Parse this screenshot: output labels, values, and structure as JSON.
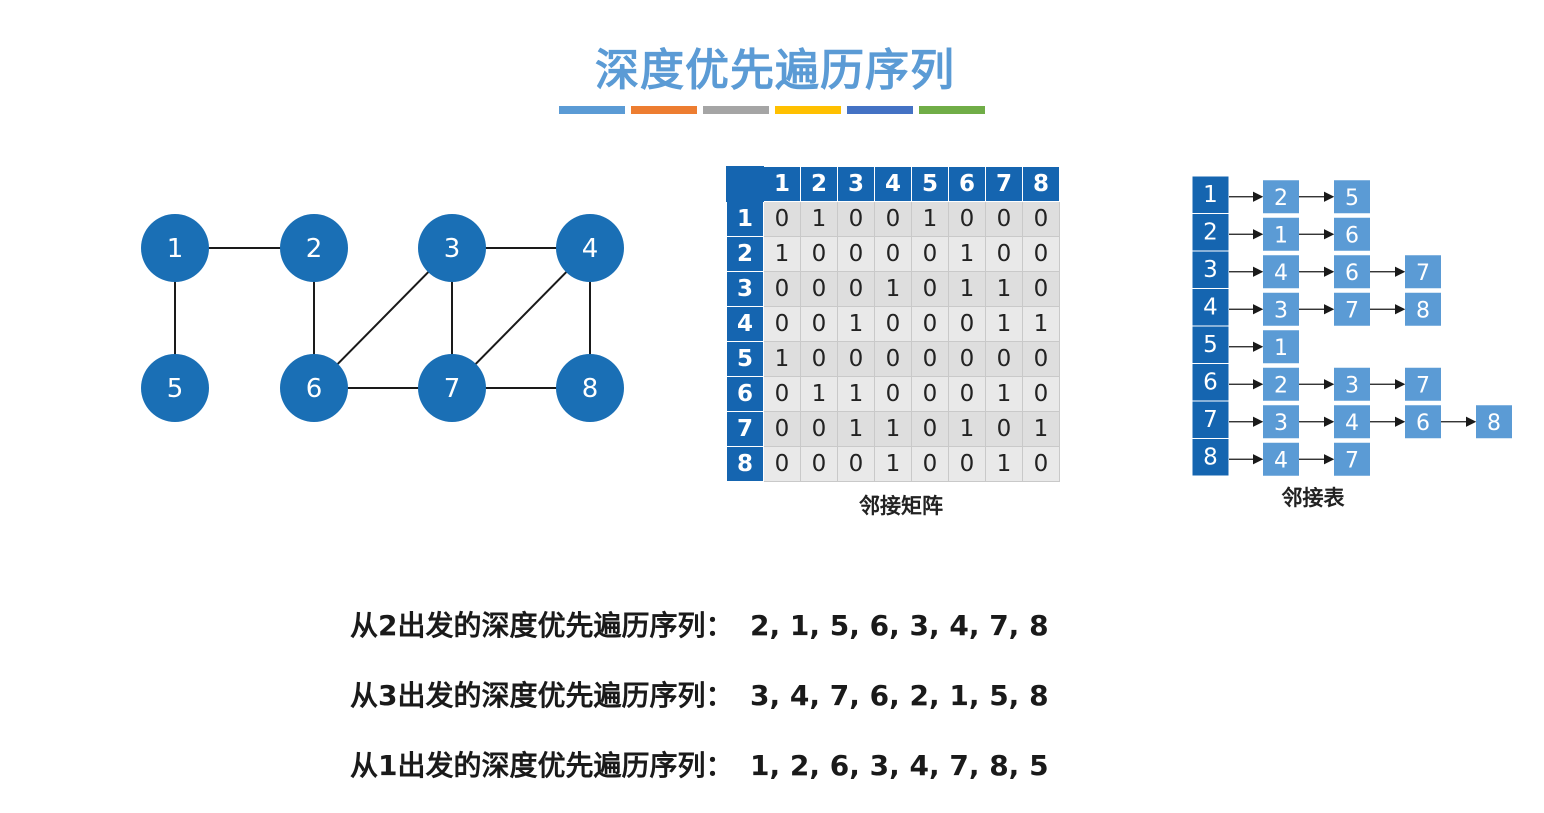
{
  "title": "深度优先遍历序列",
  "accent_bars": [
    "#5b9bd5",
    "#ed7d31",
    "#a5a5a5",
    "#ffc000",
    "#4472c4",
    "#70ad47"
  ],
  "graph": {
    "node_color": "#1a6fb5",
    "nodes": [
      "1",
      "2",
      "3",
      "4",
      "5",
      "6",
      "7",
      "8"
    ],
    "edges": [
      [
        "1",
        "2"
      ],
      [
        "1",
        "5"
      ],
      [
        "2",
        "6"
      ],
      [
        "3",
        "4"
      ],
      [
        "3",
        "6"
      ],
      [
        "3",
        "7"
      ],
      [
        "4",
        "7"
      ],
      [
        "4",
        "8"
      ],
      [
        "6",
        "7"
      ],
      [
        "7",
        "8"
      ]
    ]
  },
  "matrix": {
    "headers": [
      "1",
      "2",
      "3",
      "4",
      "5",
      "6",
      "7",
      "8"
    ],
    "rows": [
      {
        "label": "1",
        "cells": [
          "0",
          "1",
          "0",
          "0",
          "1",
          "0",
          "0",
          "0"
        ]
      },
      {
        "label": "2",
        "cells": [
          "1",
          "0",
          "0",
          "0",
          "0",
          "1",
          "0",
          "0"
        ]
      },
      {
        "label": "3",
        "cells": [
          "0",
          "0",
          "0",
          "1",
          "0",
          "1",
          "1",
          "0"
        ]
      },
      {
        "label": "4",
        "cells": [
          "0",
          "0",
          "1",
          "0",
          "0",
          "0",
          "1",
          "1"
        ]
      },
      {
        "label": "5",
        "cells": [
          "1",
          "0",
          "0",
          "0",
          "0",
          "0",
          "0",
          "0"
        ]
      },
      {
        "label": "6",
        "cells": [
          "0",
          "1",
          "1",
          "0",
          "0",
          "0",
          "1",
          "0"
        ]
      },
      {
        "label": "7",
        "cells": [
          "0",
          "0",
          "1",
          "1",
          "0",
          "1",
          "0",
          "1"
        ]
      },
      {
        "label": "8",
        "cells": [
          "0",
          "0",
          "0",
          "1",
          "0",
          "0",
          "1",
          "0"
        ]
      }
    ],
    "caption": "邻接矩阵"
  },
  "adjacency_list": {
    "head_color": "#1565b0",
    "item_color": "#5b9bd5",
    "rows": [
      {
        "head": "1",
        "items": [
          "2",
          "5"
        ]
      },
      {
        "head": "2",
        "items": [
          "1",
          "6"
        ]
      },
      {
        "head": "3",
        "items": [
          "4",
          "6",
          "7"
        ]
      },
      {
        "head": "4",
        "items": [
          "3",
          "7",
          "8"
        ]
      },
      {
        "head": "5",
        "items": [
          "1"
        ]
      },
      {
        "head": "6",
        "items": [
          "2",
          "3",
          "7"
        ]
      },
      {
        "head": "7",
        "items": [
          "3",
          "4",
          "6",
          "8"
        ]
      },
      {
        "head": "8",
        "items": [
          "4",
          "7"
        ]
      }
    ],
    "caption": "邻接表"
  },
  "sequences": [
    {
      "label": "从2出发的深度优先遍历序列：",
      "value": "2, 1, 5, 6, 3, 4, 7, 8"
    },
    {
      "label": "从3出发的深度优先遍历序列：",
      "value": "3, 4, 7, 6, 2, 1, 5, 8"
    },
    {
      "label": "从1出发的深度优先遍历序列：",
      "value": "1, 2, 6, 3, 4, 7, 8, 5"
    }
  ]
}
